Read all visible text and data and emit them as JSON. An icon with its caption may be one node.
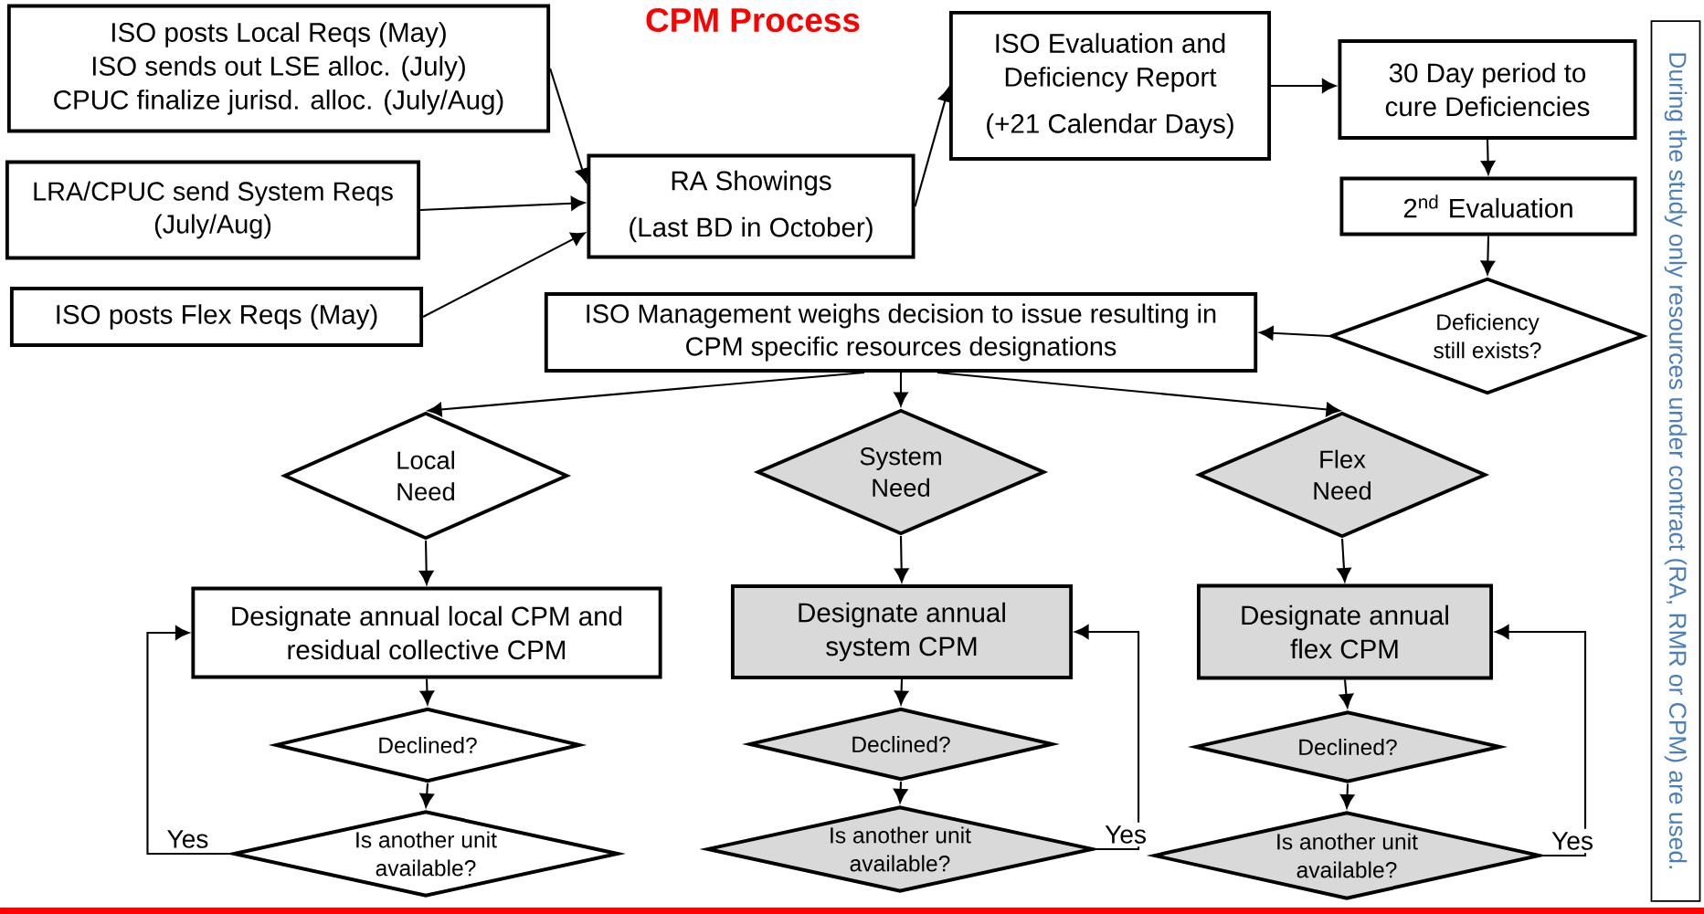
{
  "diagram": {
    "title": "CPM Process",
    "nodes": [
      {
        "text": [
          "ISO posts Local Reqs (May)",
          "ISO sends out LSE alloc. (July)",
          "CPUC finalize jurisd. alloc. (July/Aug)"
        ]
      },
      {
        "text": [
          "LRA/CPUC send System Reqs (July/Aug)"
        ]
      },
      {
        "text": [
          "ISO posts Flex Reqs (May)"
        ]
      },
      {
        "text": [
          "RA Showings",
          "(Last BD in October)"
        ]
      },
      {
        "text": [
          "ISO Evaluation and Deficiency Report",
          "(+21 Calendar Days)"
        ]
      },
      {
        "text": [
          "30 Day period to cure Deficiencies"
        ]
      },
      {
        "text": [
          "2$^{nd}$ Evaluation"
        ]
      },
      {
        "text": [
          "Deficiency still exists?"
        ]
      },
      {
        "text": [
          "ISO Management weighs decision to issue resulting in CPM specific resources designations"
        ]
      },
      {
        "text": [
          "Local Need"
        ]
      },
      {
        "text": [
          "System Need"
        ]
      },
      {
        "text": [
          "Flex Need"
        ]
      },
      {
        "text": [
          "Designate annual local CPM and residual collective CPM"
        ]
      },
      {
        "text": [
          "Designate annual system CPM"
        ]
      },
      {
        "text": [
          "Designate annual flex CPM"
        ]
      },
      {
        "text": [
          "Declined?"
        ]
      },
      {
        "text": [
          "Declined?"
        ]
      },
      {
        "text": [
          "Declined?"
        ]
      },
      {
        "text": [
          "Is another unit available?"
        ]
      },
      {
        "text": [
          "Is another unit available?"
        ]
      },
      {
        "text": [
          "Is another unit available?"
        ]
      },
      {
        "text": [
          "During the study only resources under contract (RA, RMR or CPM) are used."
        ]
      }
    ],
    "edges": [
      {
        "from": 0,
        "to": 3,
        "arrow": "to"
      },
      {
        "from": 1,
        "to": 3,
        "arrow": "to"
      },
      {
        "from": 2,
        "to": 3,
        "arrow": "to"
      },
      {
        "from": 3,
        "to": 4,
        "arrow": "to"
      },
      {
        "from": 4,
        "to": 5,
        "arrow": "to"
      },
      {
        "from": 5,
        "to": 6,
        "arrow": "to"
      },
      {
        "from": 6,
        "to": 7,
        "arrow": "to"
      },
      {
        "from": 7,
        "to": 8,
        "arrow": "to"
      },
      {
        "from": 8,
        "to": 9,
        "arrow": "to"
      },
      {
        "from": 8,
        "to": 10,
        "arrow": "to"
      },
      {
        "from": 8,
        "to": 11,
        "arrow": "to"
      },
      {
        "from": 9,
        "to": 12,
        "arrow": "to"
      },
      {
        "from": 10,
        "to": 13,
        "arrow": "to"
      },
      {
        "from": 11,
        "to": 14,
        "arrow": "to"
      },
      {
        "from": 12,
        "to": 15,
        "arrow": "to"
      },
      {
        "from": 13,
        "to": 16,
        "arrow": "to"
      },
      {
        "from": 14,
        "to": 17,
        "arrow": "to"
      },
      {
        "from": 15,
        "to": 18,
        "arrow": "to"
      },
      {
        "from": 16,
        "to": 19,
        "arrow": "to"
      },
      {
        "from": 17,
        "to": 20,
        "arrow": "to"
      },
      {
        "from": 18,
        "to": 12,
        "arrow": "to",
        "label": "Yes"
      },
      {
        "from": 19,
        "to": 13,
        "arrow": "to",
        "label": "Yes"
      },
      {
        "from": 20,
        "to": 14,
        "arrow": "to",
        "label": "Yes"
      }
    ]
  }
}
